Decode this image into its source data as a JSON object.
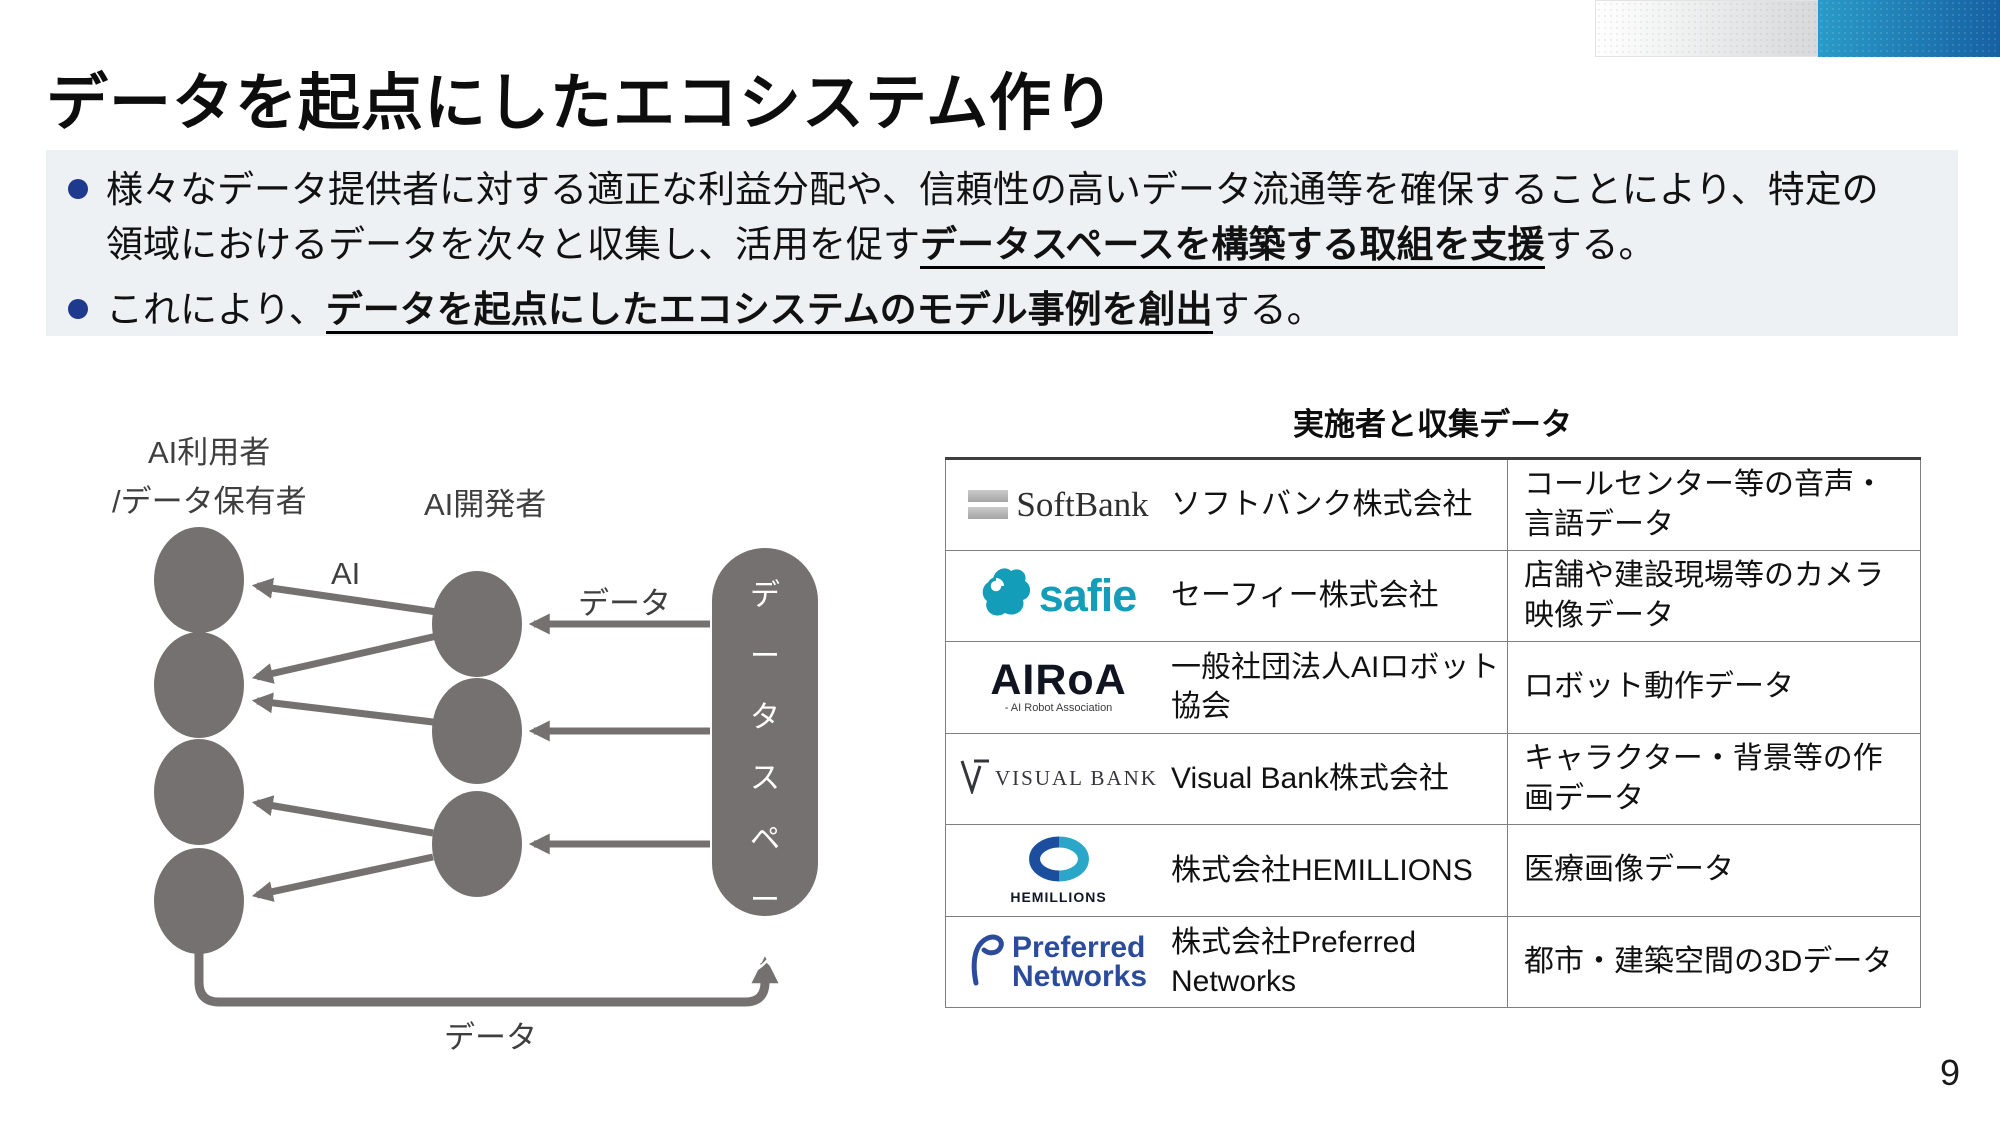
{
  "slide": {
    "title": "データを起点にしたエコシステム作り",
    "page_number": "9"
  },
  "bullets": [
    {
      "line1": "様々なデータ提供者に対する適正な利益分配や、信頼性の高いデータ流通等を確保することにより、特定の",
      "line2_pre": "領域におけるデータを次々と収集し、活用を促す",
      "emphasis": "データスペースを構築する取組を支援",
      "suffix": "する。"
    },
    {
      "pre": "これにより、",
      "emphasis": "データを起点にしたエコシステムのモデル事例を創出",
      "suffix": "する。"
    }
  ],
  "diagram": {
    "label_ai_user": "AI利用者",
    "label_data_holder": "/データ保有者",
    "label_ai_developer": "AI開発者",
    "label_ai": "AI",
    "label_data_top": "データ",
    "label_data_bottom": "データ",
    "dataspace": "データスペース"
  },
  "table": {
    "title": "実施者と収集データ",
    "rows": [
      {
        "logo": {
          "text": "SoftBank"
        },
        "company": "ソフトバンク株式会社",
        "data": "コールセンター等の音声・言語データ"
      },
      {
        "logo": {
          "text": "safie"
        },
        "company": "セーフィー株式会社",
        "data": "店舗や建設現場等のカメラ映像データ"
      },
      {
        "logo": {
          "text": "AIRoA",
          "subtext": "- AI Robot Association"
        },
        "company": "一般社団法人AIロボット協会",
        "data": "ロボット動作データ"
      },
      {
        "logo": {
          "mark": "V",
          "text": "VISUAL BANK"
        },
        "company": "Visual Bank株式会社",
        "data": "キャラクター・背景等の作画データ"
      },
      {
        "logo": {
          "text": "HEMILLIONS"
        },
        "company": "株式会社HEMILLIONS",
        "data": "医療画像データ"
      },
      {
        "logo": {
          "line1": "Preferred",
          "line2": "Networks"
        },
        "company": "株式会社Preferred Networks",
        "data": "都市・建築空間の3Dデータ"
      }
    ]
  },
  "colors": {
    "bullet_marker": "#1e3a8e",
    "panel_bg": "#eef1f4",
    "diagram_gray": "#767171",
    "header_bar_blue_start": "#2a9bc8",
    "header_bar_blue_end": "#1560a2",
    "safie_teal": "#149db8",
    "pfn_blue": "#2b4b9b",
    "hemillions_blue": "#1b4f9e",
    "hemillions_teal": "#2aa6c9",
    "softbank_silver": "#b5b5b5",
    "table_border": "#7f7f7f"
  }
}
